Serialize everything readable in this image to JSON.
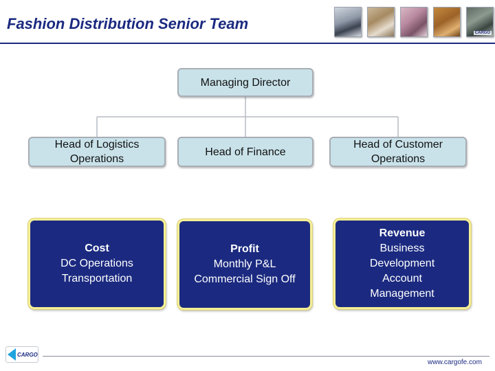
{
  "header": {
    "title": "Fashion Distribution Senior Team",
    "photos": [
      "truck-photo",
      "boxes-photo",
      "fashion-photo",
      "warehouse-photo",
      "crowd-photo"
    ],
    "photo_logo": "CARGO"
  },
  "org_chart": {
    "top": {
      "label": "Managing Director"
    },
    "heads": [
      {
        "label": "Head of Logistics\nOperations"
      },
      {
        "label": "Head of Finance"
      },
      {
        "label": "Head of Customer\nOperations"
      }
    ]
  },
  "responsibilities": [
    {
      "heading": "Cost",
      "lines": [
        "DC Operations",
        "Transportation"
      ]
    },
    {
      "heading": "Profit",
      "lines": [
        "Monthly P&L",
        "Commercial Sign Off"
      ]
    },
    {
      "heading": "Revenue",
      "lines": [
        "Business",
        "Development",
        "Account",
        "Management"
      ]
    }
  ],
  "footer": {
    "logo_text": "CARGO",
    "url": "www.cargofe.com"
  },
  "colors": {
    "title": "#1b2a80",
    "org_box_fill": "#c9e2ea",
    "resp_box_fill": "#1b2a80",
    "resp_box_border": "#f5ef96",
    "connector": "#b5bcc4"
  }
}
